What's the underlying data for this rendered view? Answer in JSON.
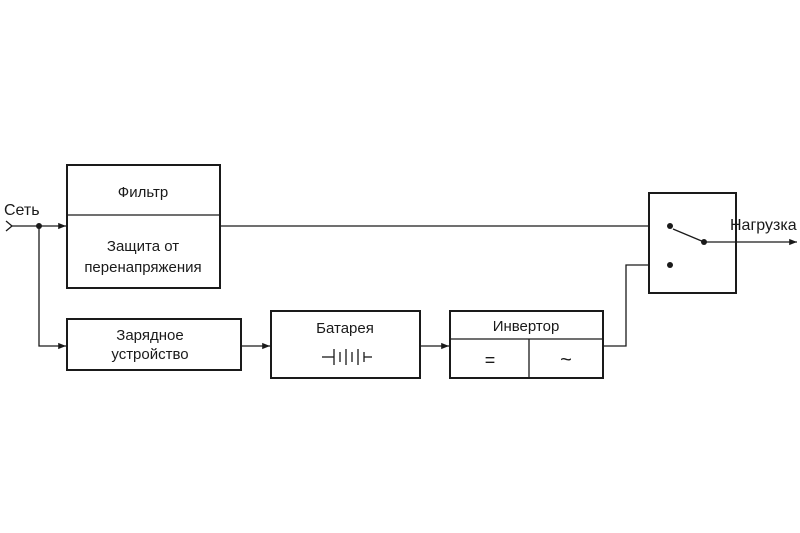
{
  "input": {
    "label": "Сеть"
  },
  "output": {
    "label": "Нагрузка"
  },
  "filter_block": {
    "title": "Фильтр",
    "protection_line1": "Защита от",
    "protection_line2": "перенапряжения"
  },
  "charger_block": {
    "line1": "Зарядное",
    "line2": "устройство"
  },
  "battery_block": {
    "title": "Батарея"
  },
  "inverter_block": {
    "title": "Инвертор",
    "dc_symbol": "=",
    "ac_symbol": "~"
  }
}
